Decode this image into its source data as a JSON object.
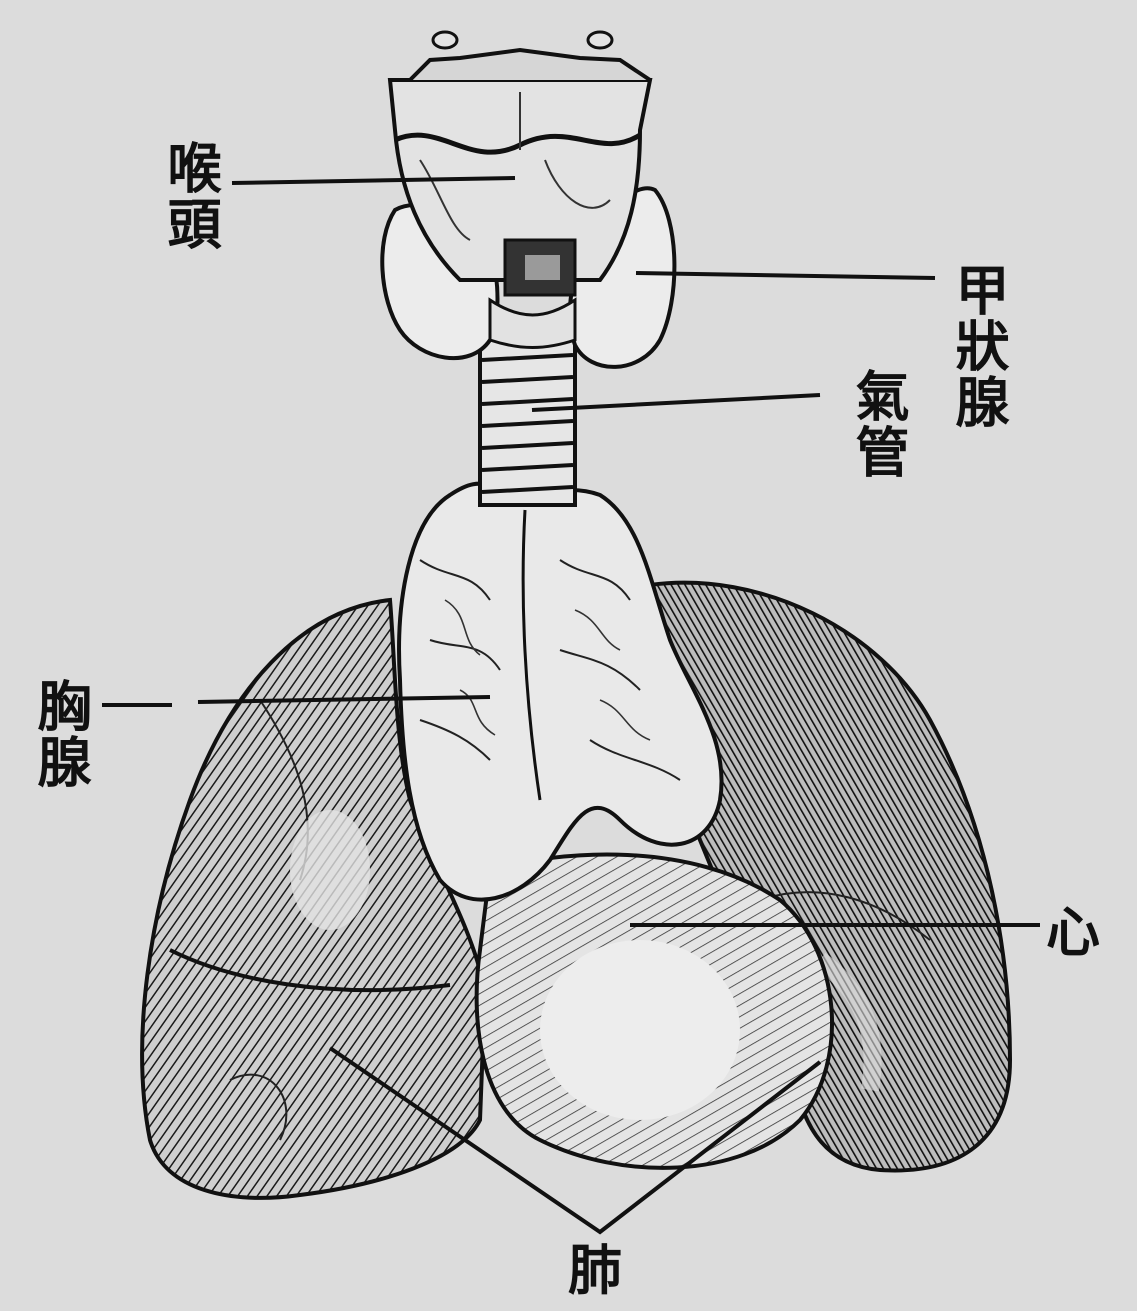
{
  "labels": {
    "larynx": "喉頭",
    "thyroid": "甲狀腺",
    "trachea": "氣管",
    "thymus": "胸腺",
    "heart": "心",
    "lungs": "肺"
  },
  "colors": {
    "paper": "#dcdcdc",
    "ink": "#111111",
    "organ_light": "#ececec",
    "organ_shade": "#2a2a2a"
  }
}
